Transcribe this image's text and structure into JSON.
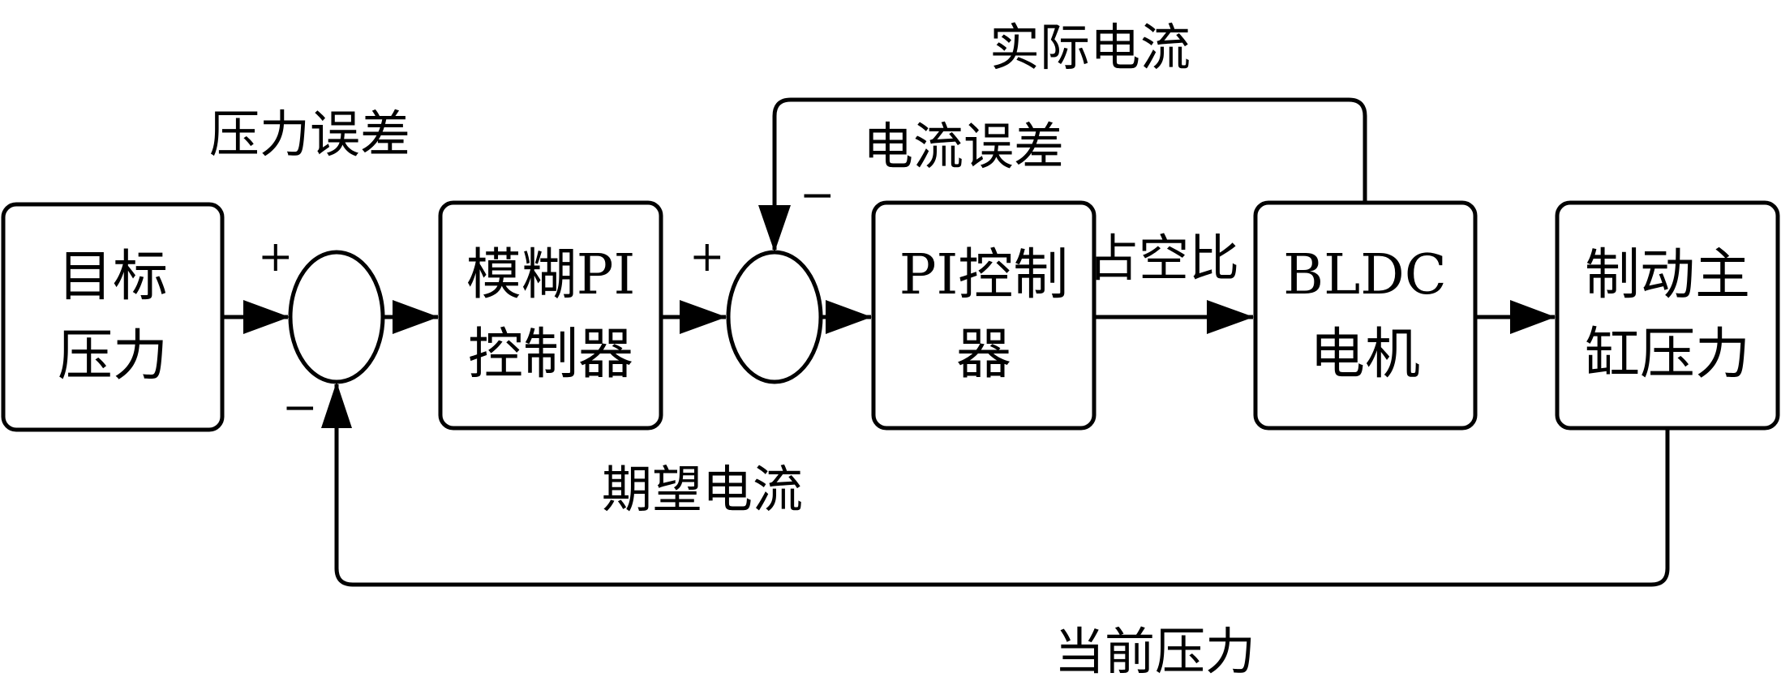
{
  "title": "BLDC brake master cylinder pressure control block diagram",
  "blocks": {
    "target_pressure": [
      "目标",
      "压力"
    ],
    "fuzzy_pi": [
      "模糊PI",
      "控制器"
    ],
    "pi_controller": [
      "PI控制",
      "器"
    ],
    "bldc_motor": [
      "BLDC",
      "电机"
    ],
    "master_cylinder": [
      "制动主",
      "缸压力"
    ]
  },
  "signals": {
    "pressure_error": "压力误差",
    "actual_current": "实际电流",
    "current_error": "电流误差",
    "duty_cycle": "占空比",
    "desired_current": "期望电流",
    "current_pressure": "当前压力"
  },
  "signs": {
    "sum1_plus": "+",
    "sum1_minus": "−",
    "sum2_plus": "+",
    "sum2_minus": "−"
  }
}
